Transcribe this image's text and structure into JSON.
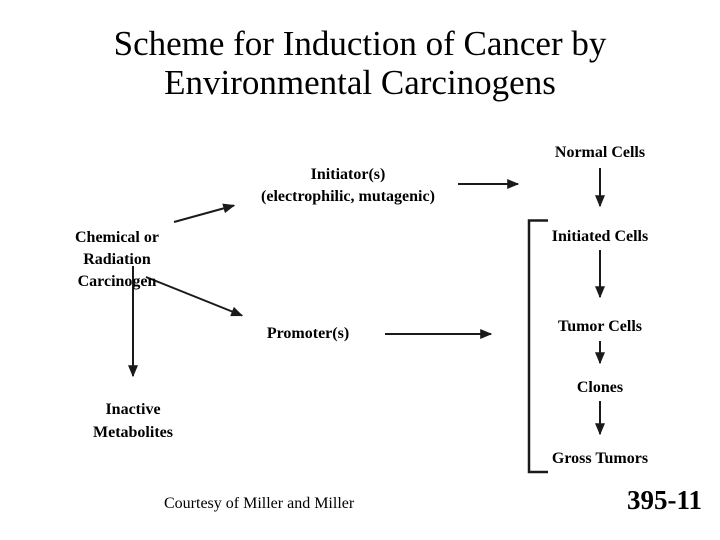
{
  "title": {
    "line1": "Scheme for Induction of Cancer by",
    "line2": "Environmental Carcinogens"
  },
  "nodes": {
    "carcinogen": [
      "Chemical or",
      "Radiation",
      "Carcinogen"
    ],
    "initiator_title": "Initiator(s)",
    "initiator_subtitle": "(electrophilic, mutagenic)",
    "promoter": "Promoter(s)",
    "inactive_metabolites": [
      "Inactive",
      "Metabolites"
    ],
    "normal_cells": "Normal Cells",
    "initiated_cells": "Initiated Cells",
    "tumor_cells": "Tumor Cells",
    "clones": "Clones",
    "gross_tumors": "Gross Tumors"
  },
  "footer": {
    "courtesy": "Courtesy of Miller and Miller",
    "slide_number": "395-11"
  },
  "colors": {
    "text": "#000000",
    "line": "#1a1a1a",
    "background": "#ffffff"
  }
}
